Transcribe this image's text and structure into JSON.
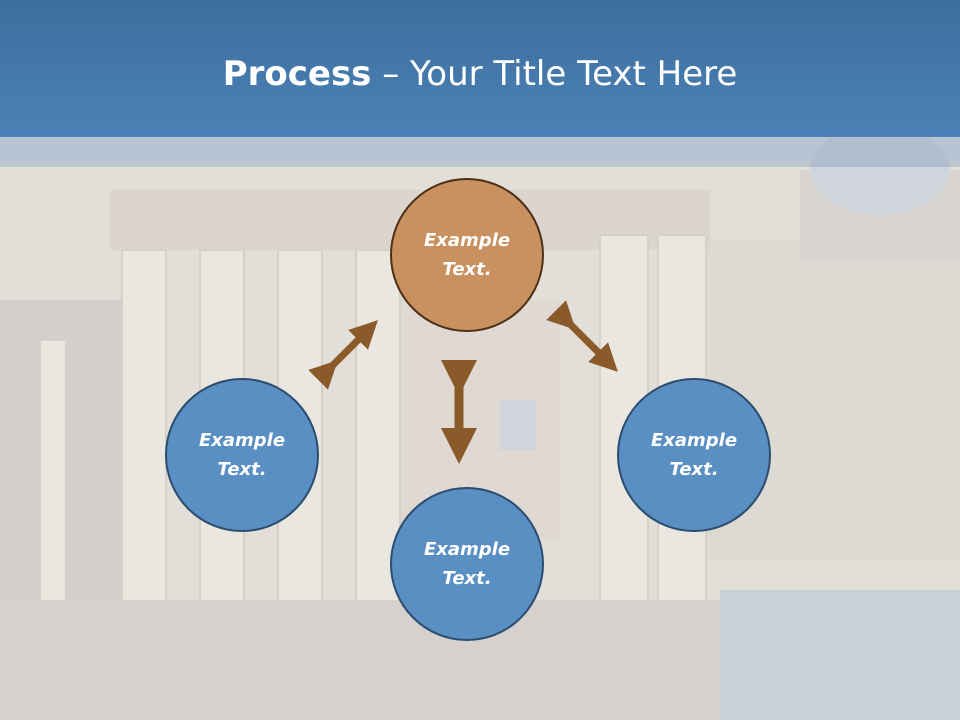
{
  "title": {
    "bold": "Process",
    "rest": " – Your Title Text Here"
  },
  "nodes": {
    "top": "Example\nText.",
    "left": "Example\nText.",
    "right": "Example\nText.",
    "bottom": "Example\nText."
  },
  "colors": {
    "header": "#4b82b7",
    "blue_node": "#5a8fc3",
    "orange_node": "#c8915f",
    "arrow": "#8a5a2b"
  }
}
